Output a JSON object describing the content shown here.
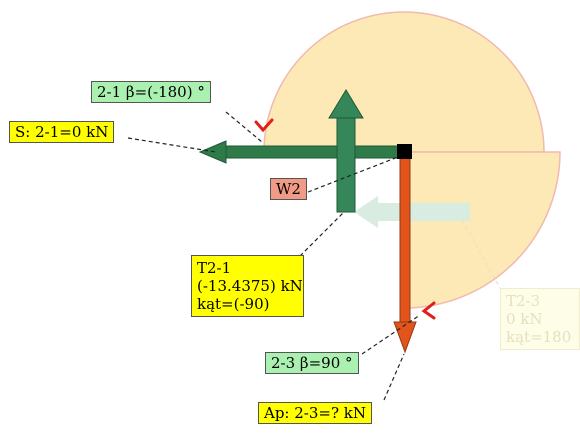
{
  "labels": {
    "beta_2_1": "2-1 β=(-180) °",
    "s_2_1": "S: 2-1=0 kN",
    "w2": "W2",
    "t2_1_title": "T2-1",
    "t2_1_force": "(-13.4375) kN",
    "t2_1_angle": "kąt=(-90)",
    "beta_2_3": "2-3 β=90 °",
    "ap_2_3": "Ap: 2-3=? kN",
    "t2_3_title": "T2-3",
    "t2_3_force": "0 kN",
    "t2_3_angle": "kąt=180"
  },
  "colors": {
    "sector_fill": "#fde9b5",
    "sector_edge": "#f1b9b0",
    "member_2_1": "#2e7a48",
    "member_2_3": "#e2541c",
    "arrow_T2_1": "#35875a",
    "arrow_T2_3": "#d8ece2",
    "angle_marker": "#e0201a",
    "node": "#000000"
  }
}
